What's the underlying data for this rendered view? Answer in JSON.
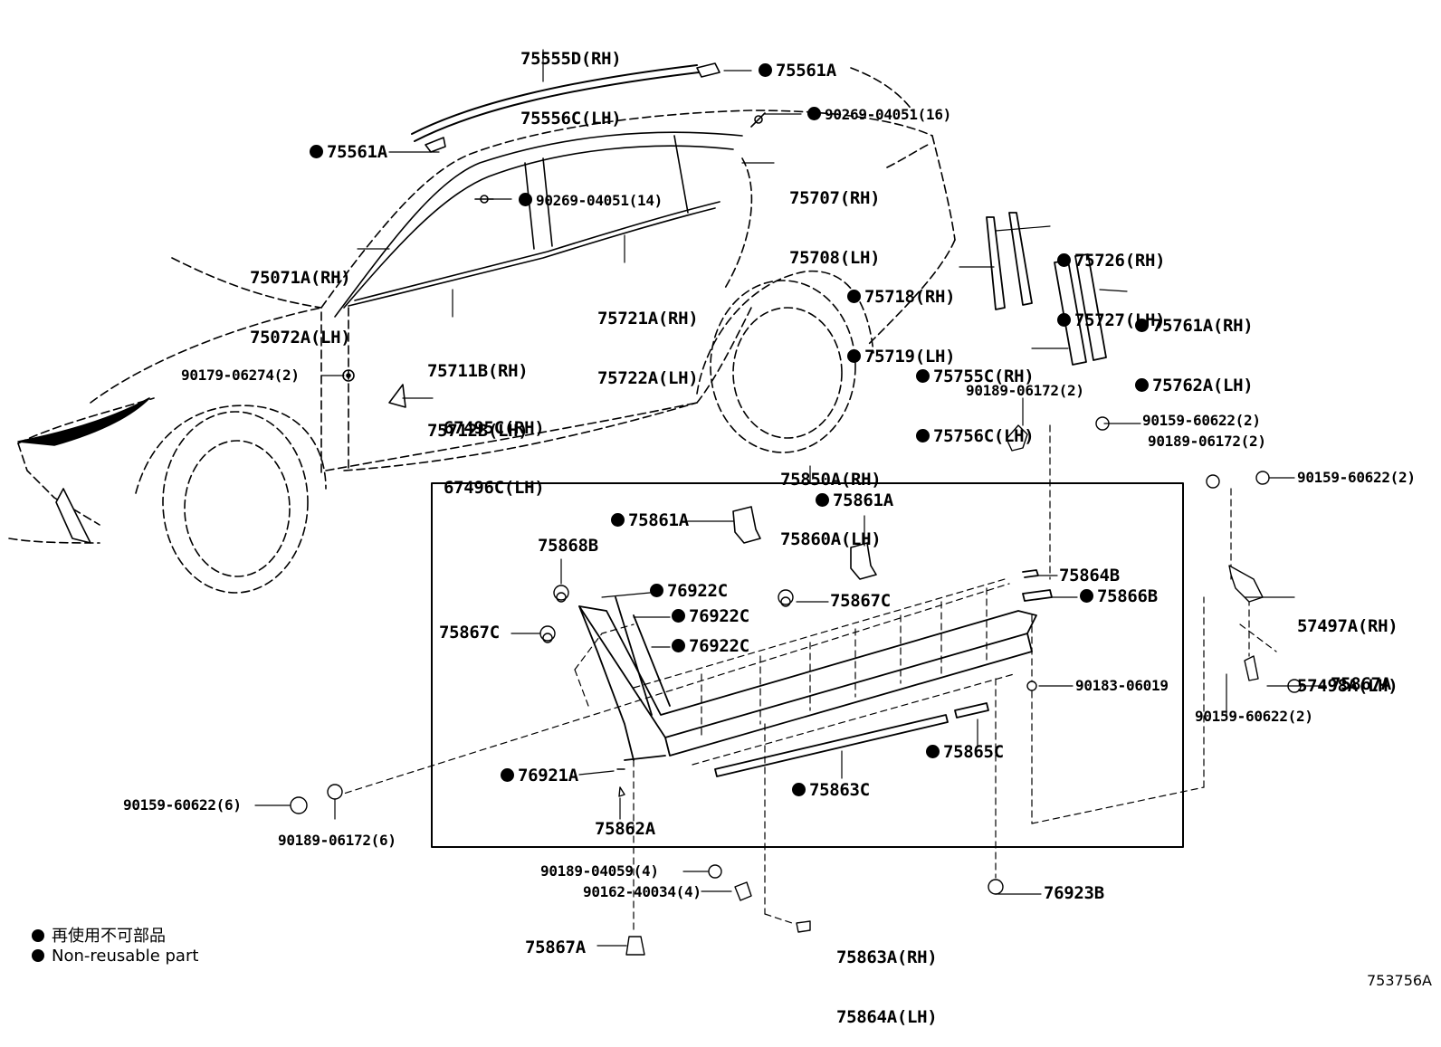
{
  "labels": {
    "p75555": [
      "75555D(RH)",
      "75556C(LH)"
    ],
    "p75561_top": "75561A",
    "p90269_16": "90269-04051(16)",
    "p75561_left": "75561A",
    "p75707": [
      "75707(RH)",
      "75708(LH)"
    ],
    "p90269_14": "90269-04051(14)",
    "p75071": [
      "75071A(RH)",
      "75072A(LH)"
    ],
    "p75726": [
      "75726(RH)",
      "75727(LH)"
    ],
    "p75718": [
      "75718(RH)",
      "75719(LH)"
    ],
    "p75721": [
      "75721A(RH)",
      "75722A(LH)"
    ],
    "p75761": [
      "75761A(RH)",
      "75762A(LH)"
    ],
    "p75711": [
      "75711B(RH)",
      "75712B(LH)"
    ],
    "p75755": [
      "75755C(RH)",
      "75756C(LH)"
    ],
    "p90179": "90179-06274(2)",
    "p67495": [
      "67495C(RH)",
      "67496C(LH)"
    ],
    "p90189_r1": "90189-06172(2)",
    "p90159_r1": "90159-60622(2)",
    "p90189_r2": "90189-06172(2)",
    "p90159_r2": "90159-60622(2)",
    "p75850": [
      "75850A(RH)",
      "75860A(LH)"
    ],
    "p75861_a": "75861A",
    "p75861_b": "75861A",
    "p75868": "75868B",
    "p75864b": "75864B",
    "p75866": "75866B",
    "p76922_a": "76922C",
    "p75867c_a": "75867C",
    "p57497": [
      "57497A(RH)",
      "57498A(LH)"
    ],
    "p76922_b": "76922C",
    "p75867c_b": "75867C",
    "p76922_c": "76922C",
    "p90183": "90183-06019",
    "p75867a_r": "75867A",
    "p90159_r3": "90159-60622(2)",
    "p75865": "75865C",
    "p76921": "76921A",
    "p90159_l": "90159-60622(6)",
    "p75863c": "75863C",
    "p90189_l": "90189-06172(6)",
    "p75862": "75862A",
    "p90189_04059": "90189-04059(4)",
    "p90162": "90162-40034(4)",
    "p76923": "76923B",
    "p75863a": [
      "75863A(RH)",
      "75864A(LH)"
    ],
    "p75867a_b": "75867A"
  },
  "legend": {
    "jp": "再使用不可部品",
    "en": "Non-reusable part"
  },
  "diagram_code": "753756A"
}
